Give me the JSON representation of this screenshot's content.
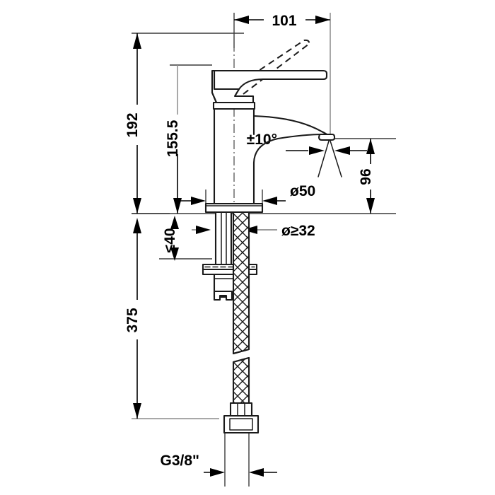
{
  "document": {
    "title": "Faucet Technical Dimension Drawing",
    "type": "engineering-line-drawing",
    "subject": "single-lever basin mixer tap with flexible supply hose",
    "background_color": "#ffffff",
    "line_color": "#1a1a1a",
    "dimension_color": "#000000",
    "extension_line_color": "#8c8c8c"
  },
  "dimensions": {
    "width_101": {
      "label": "101",
      "orientation": "horizontal",
      "position": "top",
      "description": "spout reach / projection from tap centre axis"
    },
    "height_192": {
      "label": "192",
      "orientation": "vertical-rotated",
      "position": "left-outer",
      "description": "overall height from mounting surface to top of lever"
    },
    "height_155_5": {
      "label": "155.5",
      "orientation": "vertical-rotated",
      "position": "left-inner",
      "description": "height from mounting surface to top of body below lever"
    },
    "angle_10": {
      "label": "±10°",
      "orientation": "horizontal",
      "position": "spout-outlet",
      "description": "aerator stream swivel tolerance"
    },
    "height_96": {
      "label": "96",
      "orientation": "vertical-rotated",
      "position": "right",
      "description": "spout outlet height above mounting surface"
    },
    "diameter_50": {
      "label": "ø50",
      "orientation": "horizontal",
      "position": "body-base",
      "description": "diameter of tap body base"
    },
    "diameter_min_32": {
      "label": "ø≥32",
      "orientation": "horizontal",
      "position": "below-base",
      "description": "minimum required mounting hole diameter"
    },
    "thickness_max_40": {
      "label": "≤40",
      "orientation": "vertical-rotated",
      "position": "left-of-shank",
      "description": "maximum basin / worktop thickness"
    },
    "length_375": {
      "label": "375",
      "orientation": "vertical-rotated",
      "position": "left-outer-lower",
      "description": "length of flexible supply hose below mounting surface"
    },
    "thread_g38": {
      "label": "G3/8\"",
      "orientation": "horizontal",
      "position": "bottom",
      "description": "supply hose connection thread size"
    }
  },
  "dimension_list": [
    "101",
    "192",
    "155.5",
    "±10°",
    "96",
    "ø50",
    "ø≥32",
    "≤40",
    "375",
    "G3/8\""
  ],
  "features": {
    "lever_handle": "single lever handle, shown closed with dashed outline of raised open position",
    "body": "cylindrical tap body with curved spout",
    "escutcheon": "round base flange, ø50",
    "shank": "threaded mounting shank passing through basin",
    "mounting_bracket": "clamp plate and fixing nut below basin",
    "hose": "braided flexible supply hose with break line",
    "end_fitting": "hexagonal G3/8\" connection nut"
  }
}
